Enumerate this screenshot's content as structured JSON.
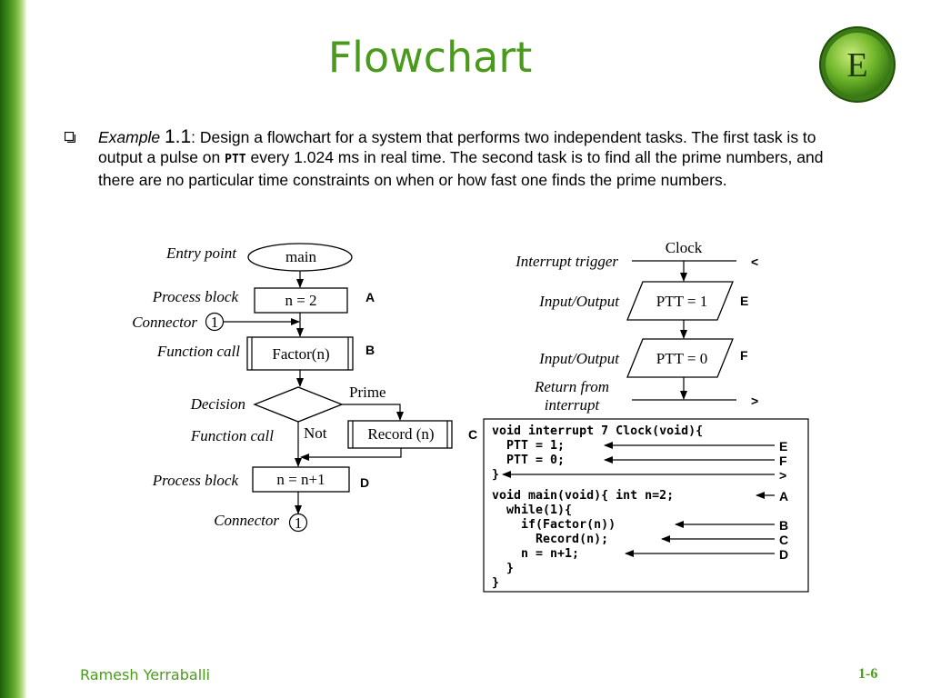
{
  "slide": {
    "title": "Flowchart",
    "logo_letter": "E",
    "footer_author": "Ramesh Yerraballi",
    "page_number": "1-6"
  },
  "task": {
    "example_word": "Example",
    "example_number": "1.1",
    "colon": ":",
    "text_part1": " Design a flowchart for a system that performs two independent tasks. The first task is to output a pulse on ",
    "code_word": "PTT",
    "text_part2": " every 1.024 ms in real time. The second task is to find all the prime numbers, and there are no particular time constraints on when or how fast one finds the prime numbers."
  },
  "main_flow": {
    "side_labels": {
      "entry_point": "Entry point",
      "process_block_1": "Process block",
      "connector_1": "Connector",
      "function_call_1": "Function call",
      "decision": "Decision",
      "function_call_2": "Function call",
      "process_block_2": "Process block",
      "connector_2": "Connector"
    },
    "nodes": {
      "main": "main",
      "n_equals_2": "n = 2",
      "connector_in": "1",
      "factor_call": "Factor(n)",
      "record_call": "Record (n)",
      "n_increment": "n = n+1",
      "connector_out": "1"
    },
    "edge_labels": {
      "prime": "Prime",
      "not": "Not"
    },
    "tags": {
      "a": "A",
      "b": "B",
      "c": "C",
      "d": "D"
    }
  },
  "interrupt_flow": {
    "clock": "Clock",
    "interrupt_trigger": "Interrupt trigger",
    "input_output_1": "Input/Output",
    "input_output_2": "Input/Output",
    "return_line1": "Return from",
    "return_line2": "interrupt",
    "ptt_1": "PTT = 1",
    "ptt_0": "PTT = 0",
    "tags": {
      "lt": "<",
      "e": "E",
      "f": "F",
      "gt": ">"
    }
  },
  "code": {
    "lines": [
      "void interrupt 7 Clock(void){",
      "  PTT = 1;",
      "  PTT = 0;",
      "}",
      "void main(void){ int n=2;",
      "  while(1){",
      "    if(Factor(n))",
      "      Record(n);",
      "    n = n+1;",
      "  }",
      "}"
    ],
    "tags": [
      "E",
      "F",
      ">",
      "A",
      "B",
      "C",
      "D"
    ]
  }
}
